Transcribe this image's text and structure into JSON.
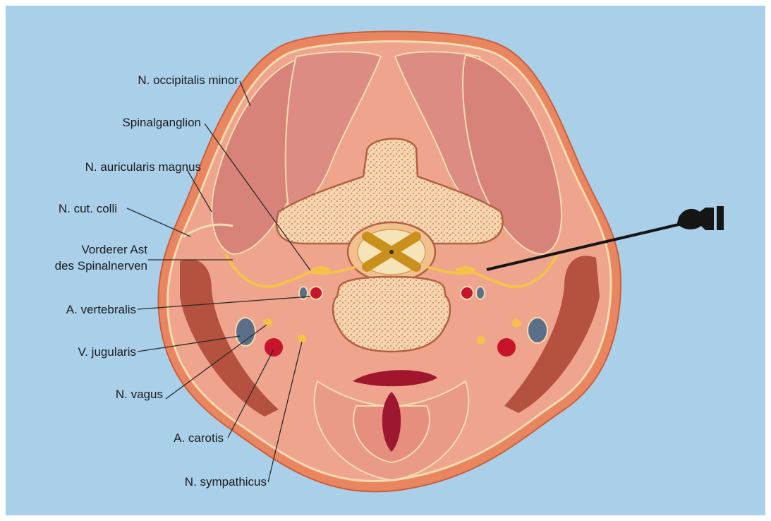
{
  "labels": {
    "occipitalis_minor": "N. occipitalis minor",
    "spinalganglion": "Spinalganglion",
    "auricularis_magnus": "N. auricularis magnus",
    "cut_colli": "N. cut. colli",
    "vorderer_ast_1": "Vorderer Ast",
    "vorderer_ast_2": "des Spinalnerven",
    "vertebralis": "A. vertebralis",
    "jugularis": "V. jugularis",
    "vagus": "N. vagus",
    "carotis": "A. carotis",
    "sympathicus": "N. sympathicus"
  },
  "colors": {
    "background": "#a9cfe9",
    "skin": "#e98660",
    "tissue": "#eea48d",
    "muscle": "#d8837a",
    "nerve": "#f4c24a",
    "artery": "#c8142a",
    "vein": "#5b6f8a",
    "bone": "#f6d7b2",
    "probe": "#151515"
  }
}
